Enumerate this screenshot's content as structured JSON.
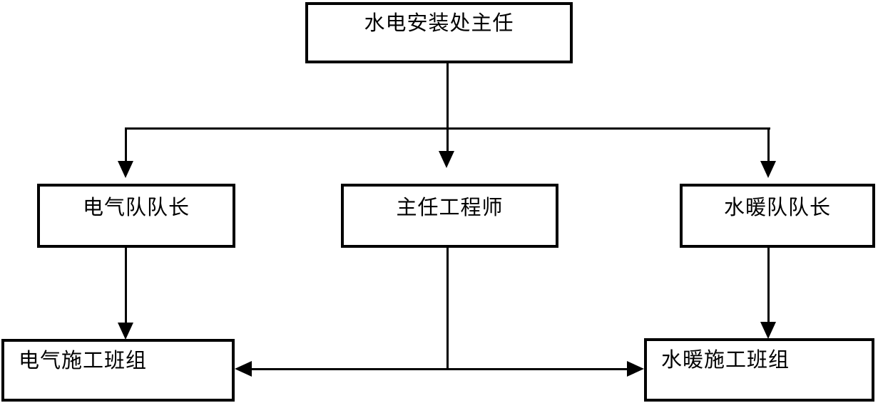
{
  "page": {
    "background": "#ffffff"
  },
  "diagram": {
    "type": "org-chart",
    "colors": {
      "line": "#000000",
      "text": "#000000",
      "node_border": "#000000",
      "node_fill": "#ffffff"
    },
    "nodes": {
      "director": {
        "label": "水电安装处主任"
      },
      "electrical_leader": {
        "label": "电气队队长"
      },
      "chief_engineer": {
        "label": "主任工程师"
      },
      "plumbing_leader": {
        "label": "水暖队队长"
      },
      "electrical_crew": {
        "label": "电气施工班组"
      },
      "plumbing_crew": {
        "label": "水暖施工班组"
      }
    },
    "edges": [
      {
        "from": "director",
        "to": "electrical_leader"
      },
      {
        "from": "director",
        "to": "chief_engineer"
      },
      {
        "from": "director",
        "to": "plumbing_leader"
      },
      {
        "from": "electrical_leader",
        "to": "electrical_crew"
      },
      {
        "from": "plumbing_leader",
        "to": "plumbing_crew"
      },
      {
        "from": "chief_engineer",
        "to": "electrical_crew"
      },
      {
        "from": "chief_engineer",
        "to": "plumbing_crew"
      }
    ]
  }
}
